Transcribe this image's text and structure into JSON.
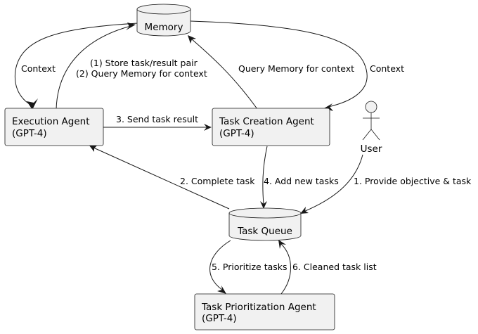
{
  "nodes": {
    "memory": {
      "label": "Memory"
    },
    "execution_agent": {
      "line1": "Execution Agent",
      "line2": "(GPT-4)"
    },
    "task_creation_agent": {
      "line1": "Task Creation Agent",
      "line2": "(GPT-4)"
    },
    "user": {
      "label": "User"
    },
    "task_queue": {
      "label": "Task Queue"
    },
    "task_prioritization_agent": {
      "line1": "Task Prioritization Agent",
      "line2": "(GPT-4)"
    }
  },
  "edges": {
    "memory_to_execution": {
      "label": "Context"
    },
    "execution_to_memory": {
      "line1": "(1) Store task/result pair",
      "line2": "(2) Query Memory for context"
    },
    "creation_to_memory": {
      "label": "Query Memory for context"
    },
    "memory_to_creation": {
      "label": "Context"
    },
    "execution_to_creation": {
      "label": "3. Send task result"
    },
    "queue_to_execution": {
      "label": "2. Complete task"
    },
    "creation_to_queue": {
      "label": "4. Add new tasks"
    },
    "user_to_queue": {
      "label": "1. Provide objective & task"
    },
    "queue_to_prioritization": {
      "label": "5. Prioritize tasks"
    },
    "prioritization_to_queue": {
      "label": "6. Cleaned task list"
    }
  }
}
